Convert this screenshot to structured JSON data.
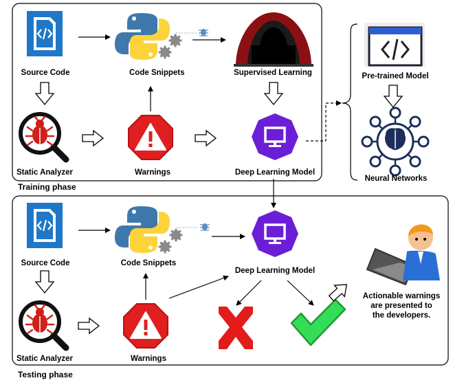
{
  "training": {
    "phase_label": "Training phase",
    "source_code": "Source Code",
    "code_snippets": "Code Snippets",
    "supervised_learning": "Supervised Learning",
    "static_analyzer": "Static Analyzer",
    "warnings": "Warnings",
    "deep_learning_model": "Deep Learning Model"
  },
  "pretrained": {
    "pretrained_model": "Pre-trained Model",
    "neural_networks": "Neural Networks"
  },
  "testing": {
    "phase_label": "Testing phase",
    "source_code": "Source Code",
    "code_snippets": "Code Snippets",
    "deep_learning_model": "Deep Learning Model",
    "static_analyzer": "Static Analyzer",
    "warnings": "Warnings",
    "actionable_line1": "Actionable warnings",
    "actionable_line2": "are presented to",
    "actionable_line3": "the developers."
  },
  "colors": {
    "file_blue": "#1f77c8",
    "warning_red": "#e02020",
    "model_purple": "#6a1fd6",
    "bug_red": "#d0201c",
    "check_green": "#33dd55",
    "cross_red": "#e31b1b"
  }
}
